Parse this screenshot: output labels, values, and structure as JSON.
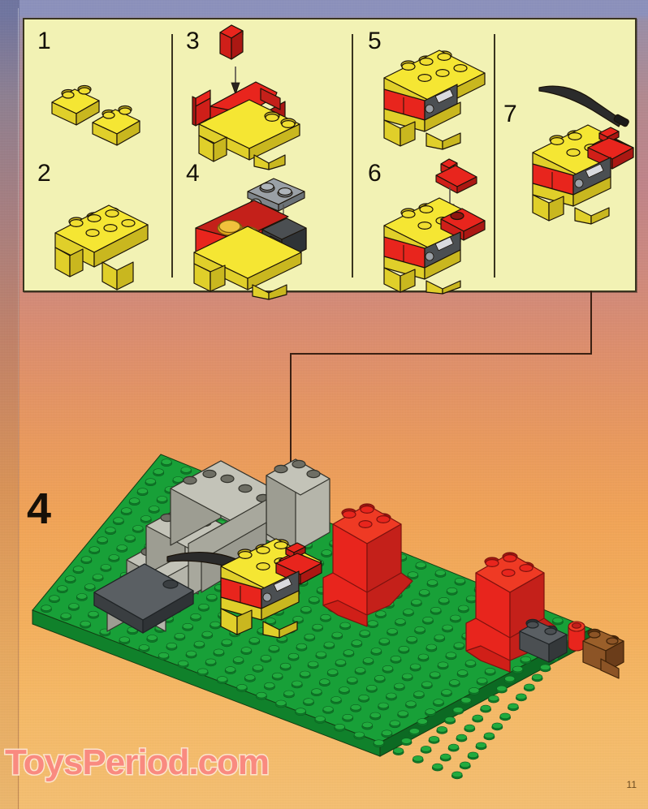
{
  "page": {
    "number": "11",
    "big_step_number": "4",
    "watermark": "ToysPeriod.com",
    "background_top_color": "#8d92bd",
    "background_mid_color": "#cf8a7f",
    "background_bottom_color": "#f6c072"
  },
  "steps_panel": {
    "background_color": "#f2f2b4",
    "border_color": "#3a3520",
    "steps": [
      {
        "number": "1",
        "caption": "two yellow 1x2 bricks"
      },
      {
        "number": "2",
        "caption": "yellow 2x4 brick placed on the two 1x2 bricks"
      },
      {
        "number": "3",
        "caption": "red 1x1 brick added to red container walls"
      },
      {
        "number": "4",
        "caption": "gold coins and dark grey panel added"
      },
      {
        "number": "5",
        "caption": "yellow 2x4 plate closes the assembly"
      },
      {
        "number": "6",
        "caption": "small red piece added on top"
      },
      {
        "number": "7",
        "caption": "black sword attached, model complete"
      }
    ]
  },
  "colors": {
    "lego_yellow": "#f5e633",
    "lego_yellow_shadow": "#e3d22b",
    "lego_yellow_dark": "#cbb820",
    "lego_red": "#e8251d",
    "lego_red_dark": "#bc1a15",
    "lego_red_shadow": "#d01f18",
    "lego_green": "#18a038",
    "lego_green_dark": "#0f7a29",
    "lego_green_top": "#22ab3e",
    "lego_grey": "#b5b5aa",
    "lego_grey_dark": "#8d8d84",
    "lego_darkgrey": "#4b4f52",
    "lego_darkgrey_dark": "#34383a",
    "lego_brown": "#8c5426",
    "lego_brown_dark": "#6b3d1a",
    "lego_black": "#1b1b1b",
    "gold": "#e0a81c",
    "outline": "#1a1208"
  },
  "main_scene": {
    "baseplate_color": "#18a038",
    "rock_color": "#b5b5aa",
    "tower_color": "#e8251d",
    "model_label": "completed fire-cart model placed beside rock formation",
    "elements": [
      "grey rock formation",
      "dark grey slope brick",
      "completed yellow-red model with sword",
      "red tower left",
      "red tower right",
      "dark grey 1x2 brick",
      "red 1x1 round brick",
      "brown 1x4 brick row"
    ]
  },
  "connector": {
    "description": "line from steps panel to arrow pointing at model",
    "color": "#3a2012"
  }
}
